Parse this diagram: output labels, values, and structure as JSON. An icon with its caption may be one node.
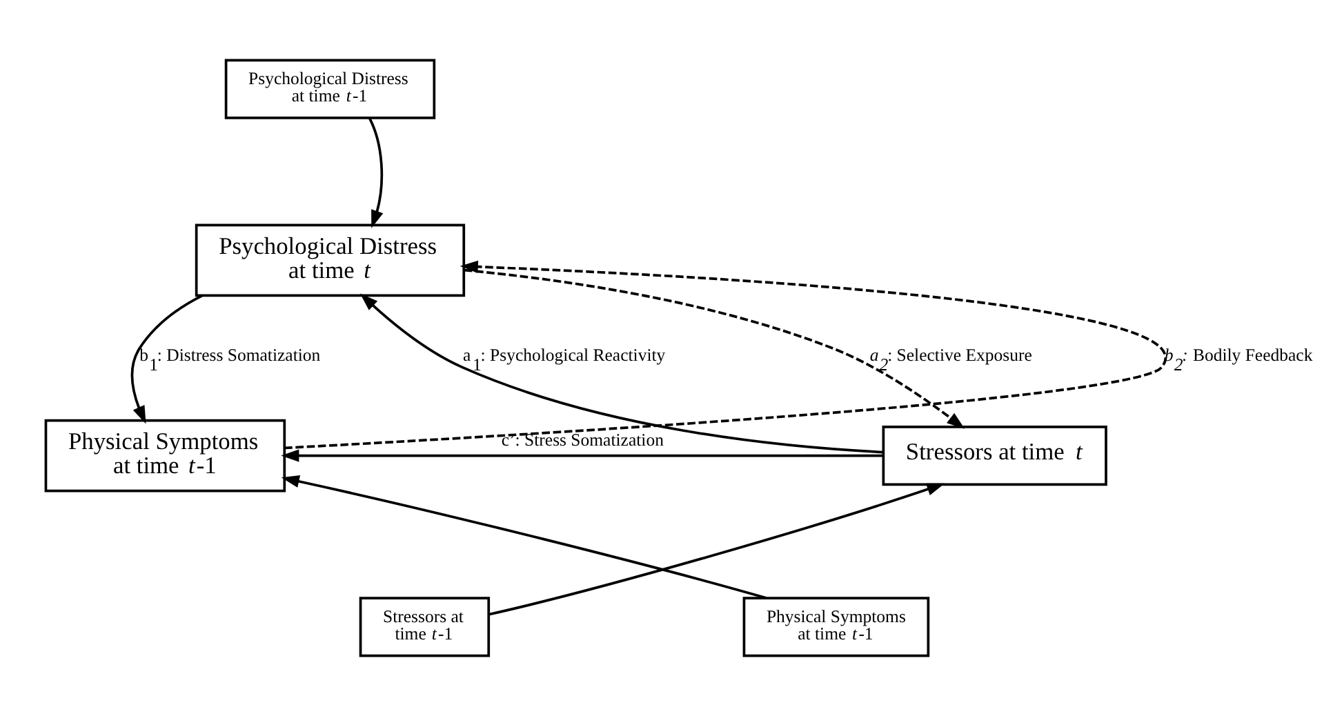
{
  "diagram": {
    "nodes": [
      {
        "text": [
          "Psychological Distress at time *t*-1"
        ]
      },
      {
        "text": [
          "Psychological Distress at time *t*"
        ]
      },
      {
        "text": [
          "Stressors at time *t*"
        ]
      },
      {
        "text": [
          "Physical Symptoms at time *t*-1"
        ]
      },
      {
        "text": [
          "Stressors at time *t*-1"
        ]
      },
      {
        "text": [
          "Physical Symptoms at time *t*-1"
        ]
      }
    ],
    "edges": [
      {
        "from": 0,
        "to": 1,
        "arrow": "to"
      },
      {
        "from": 2,
        "to": 1,
        "arrow": "to",
        "label": "a$_{1}$: Psychological Reactivity"
      },
      {
        "from": 1,
        "to": 2,
        "arrow": "to",
        "style": "dashed",
        "label": "*a$_{2}$*: Selective Exposure"
      },
      {
        "from": 1,
        "to": 3,
        "arrow": "to",
        "label": "b$_{1}$: Distress Somatization"
      },
      {
        "from": 3,
        "to": 1,
        "arrow": "to",
        "style": "dashed",
        "label": "*b$_{2}$:* Bodily Feedback"
      },
      {
        "from": 2,
        "to": 3,
        "arrow": "to",
        "label": "c’: Stress Somatization"
      },
      {
        "from": 4,
        "to": 2,
        "arrow": "to"
      },
      {
        "from": 5,
        "to": 3,
        "arrow": "to"
      }
    ]
  }
}
